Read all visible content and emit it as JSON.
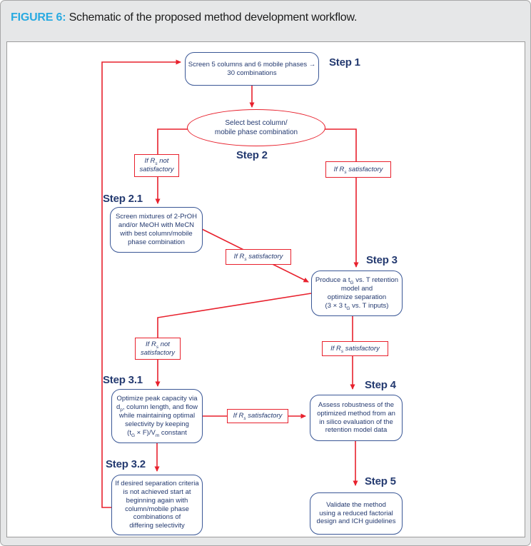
{
  "figure": {
    "label": "FIGURE 6:",
    "caption": " Schematic of the proposed method development workflow."
  },
  "colors": {
    "accent_red": "#e8212d",
    "box_border_navy": "#3a5796",
    "text_navy": "#243a70",
    "title_blue": "#29aae1",
    "card_gray": "#e6e7e8"
  },
  "nodes": {
    "step1": {
      "label": "Step 1",
      "text": "Screen 5 columns and 6 mobile phases →\n30 combinations"
    },
    "step2": {
      "label": "Step 2",
      "text": "Select best column/\nmobile phase combination"
    },
    "step21": {
      "label": "Step 2.1",
      "text": "Screen mixtures of 2-PrOH\nand/or MeOH with MeCN\nwith best column/mobile\nphase combination"
    },
    "step3": {
      "label": "Step 3",
      "text": "Produce a t_{G} vs. T retention\nmodel and\noptimize separation\n(3 × 3 t_{G} vs. T inputs)"
    },
    "step31": {
      "label": "Step 3.1",
      "text": "Optimize peak capacity via\nd_{p}, column length, and flow\nwhile maintaining optimal\nselectivity by keeping\n(t_{G} × F)/V_{m} constant"
    },
    "step32": {
      "label": "Step 3.2",
      "text": "If desired separation criteria\nis not achieved start at\nbeginning again with\ncolumn/mobile phase\ncombinations of\ndiffering selectivity"
    },
    "step4": {
      "label": "Step 4",
      "text": "Assess robustness of the\noptimized method from an\nin silico evaluation of the\nretention model data"
    },
    "step5": {
      "label": "Step 5",
      "text": "Validate the method\nusing a reduced factorial\ndesign and ICH guidelines"
    }
  },
  "conditions": {
    "rs_not": "If R_{s} not\nsatisfactory",
    "rs_sat": "If R_{s} satisfactory"
  }
}
